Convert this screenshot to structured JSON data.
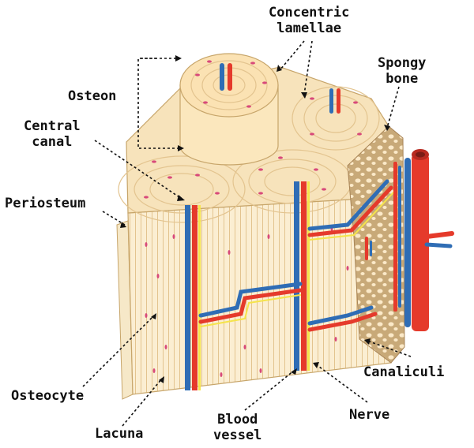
{
  "labels": {
    "concentric_lamellae": "Concentric\nlamellae",
    "osteon": "Osteon",
    "spongy_bone": "Spongy\nbone",
    "central_canal": "Central\ncanal",
    "periosteum": "Periosteum",
    "osteocyte": "Osteocyte",
    "lacuna": "Lacuna",
    "blood_vessel": "Blood\nvessel",
    "nerve": "Nerve",
    "canaliculi": "Canaliculi"
  },
  "colors": {
    "bone_light": "#fbeed2",
    "bone_mid": "#f4ddb0",
    "bone_line": "#e3c48f",
    "lacuna": "#d84a7a",
    "artery": "#e53a2b",
    "vein": "#2f6db5",
    "nerve": "#f5e44a",
    "spongy": "#c8a978",
    "text": "#111111"
  }
}
